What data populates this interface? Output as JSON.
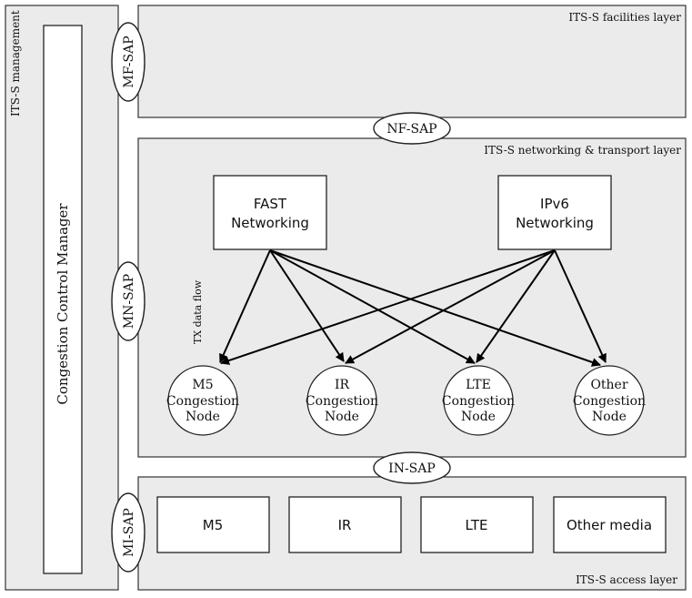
{
  "layers": {
    "management": "ITS-S management",
    "facilities": "ITS-S facilities layer",
    "networking": "ITS-S networking & transport layer",
    "access": "ITS-S access layer"
  },
  "congestion_manager": "Congestion Control Manager",
  "saps": {
    "mf": "MF-SAP",
    "nf": "NF-SAP",
    "mn": "MN-SAP",
    "in": "IN-SAP",
    "mi": "MI-SAP"
  },
  "networking_modules": {
    "fast_line1": "FAST",
    "fast_line2": "Networking",
    "ipv6_line1": "IPv6",
    "ipv6_line2": "Networking"
  },
  "tx_label": "TX data flow",
  "nodes": [
    {
      "line1": "M5",
      "line2": "Congestion",
      "line3": "Node"
    },
    {
      "line1": "IR",
      "line2": "Congestion",
      "line3": "Node"
    },
    {
      "line1": "LTE",
      "line2": "Congestion",
      "line3": "Node"
    },
    {
      "line1": "Other",
      "line2": "Congestion",
      "line3": "Node"
    }
  ],
  "media": [
    "M5",
    "IR",
    "LTE",
    "Other media"
  ]
}
